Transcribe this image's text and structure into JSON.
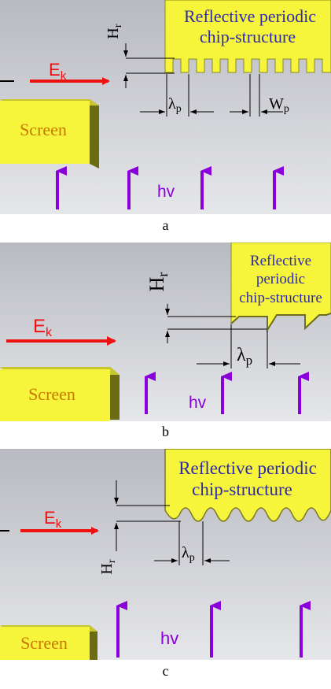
{
  "panels": [
    {
      "id": "a",
      "caption": "a",
      "structure_label": [
        "Reflective periodic",
        "chip-structure"
      ],
      "energy_label": "E",
      "energy_sub": "k",
      "screen_label": "Screen",
      "photon_label": "hv",
      "height_label": "H",
      "height_sub": "r",
      "period_label": "λ",
      "period_sub": "p",
      "width_label": "W",
      "width_sub": "p",
      "profile": "rectangular"
    },
    {
      "id": "b",
      "caption": "b",
      "structure_label": [
        "Reflective",
        "periodic",
        "chip-structure"
      ],
      "energy_label": "E",
      "energy_sub": "k",
      "screen_label": "Screen",
      "photon_label": "hv",
      "height_label": "H",
      "height_sub": "r",
      "period_label": "λ",
      "period_sub": "p",
      "profile": "sawtooth"
    },
    {
      "id": "c",
      "caption": "c",
      "structure_label": [
        "Reflective periodic",
        "chip-structure"
      ],
      "energy_label": "E",
      "energy_sub": "k",
      "screen_label": "Screen",
      "photon_label": "hv",
      "height_label": "H",
      "height_sub": "r",
      "period_label": "λ",
      "period_sub": "p",
      "profile": "sinusoidal"
    }
  ],
  "colors": {
    "background_top": "#b9bac1",
    "background_bottom": "#e4e5e8",
    "structure": "#f7f43c",
    "structure_shadow": "#7a7a1e",
    "screen": "#f7f43c",
    "screen_side": "#6b6b12",
    "energy_arrow": "#ee1111",
    "photon_arrow": "#8a00d8",
    "structure_text": "#2e2aa8",
    "screen_text": "#c87800"
  }
}
